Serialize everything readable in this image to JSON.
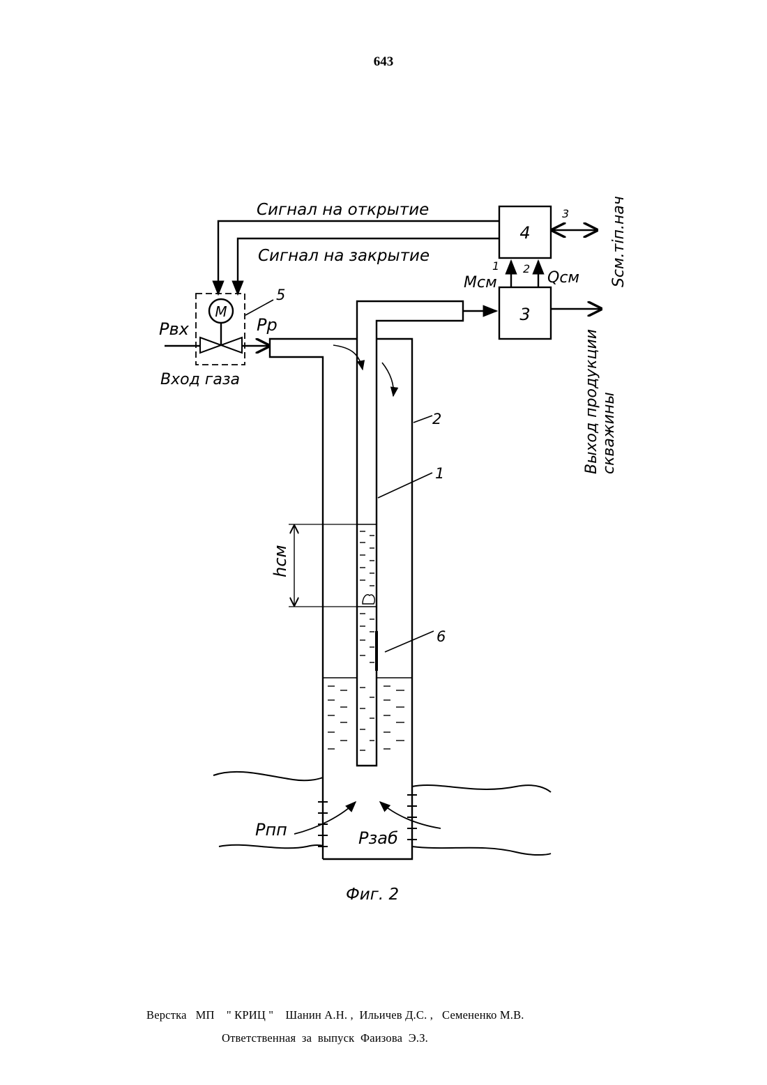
{
  "page": {
    "number": "643"
  },
  "diagram": {
    "signal_open": "Сигнал на открытие",
    "signal_close": "Сигнал на закрытие",
    "motor": "М",
    "block_3": "3",
    "block_4": "4",
    "label_5": "5",
    "label_1": "1",
    "label_2": "2",
    "label_6": "6",
    "port_1": "1",
    "port_2": "2",
    "port_3": "3",
    "p_in": "Pвх",
    "p_r": "Pр",
    "gas_inlet": "Вход газа",
    "m_mix": "Mсм",
    "q_mix": "Qсм",
    "s_mix": "Sсм.тiп.нач",
    "product_outlet_1": "Выход продукции",
    "product_outlet_2": "скважины",
    "h_mix": "hсм",
    "p_pl": "Pпп",
    "p_bottom": "Pзаб",
    "figure_caption": "Фиг. 2"
  },
  "footer": {
    "line1": "Верстка   МП    \" КРИЦ \"    Шанин А.Н. ,  Ильичев Д.С. ,   Семененко М.В.",
    "line2": "Ответственная  за  выпуск  Фаизова  Э.З."
  }
}
